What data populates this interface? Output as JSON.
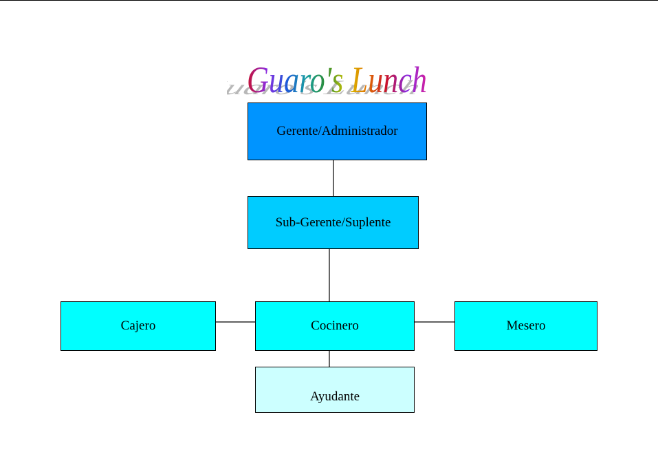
{
  "title": {
    "text": "Guaro's Lunch",
    "gradient_colors": [
      "#c8102e",
      "#8a2be2",
      "#1e5ad8",
      "#18a0a0",
      "#2e8b2e",
      "#d8c800",
      "#e07000",
      "#c8102e",
      "#8a2be2",
      "#d020a0"
    ]
  },
  "org_chart": {
    "nodes": {
      "gerente": {
        "label": "Gerente/Administrador",
        "color": "#0094ff"
      },
      "subgerente": {
        "label": "Sub-Gerente/Suplente",
        "color": "#00ccff"
      },
      "cajero": {
        "label": "Cajero",
        "color": "#00ffff"
      },
      "cocinero": {
        "label": "Cocinero",
        "color": "#00ffff"
      },
      "mesero": {
        "label": "Mesero",
        "color": "#00ffff"
      },
      "ayudante": {
        "label": "Ayudante",
        "color": "#ccffff"
      }
    },
    "edges": [
      {
        "from": "gerente",
        "to": "subgerente"
      },
      {
        "from": "subgerente",
        "to": "cocinero"
      },
      {
        "from": "cocinero",
        "to": "cajero"
      },
      {
        "from": "cocinero",
        "to": "mesero"
      },
      {
        "from": "cocinero",
        "to": "ayudante"
      }
    ]
  }
}
